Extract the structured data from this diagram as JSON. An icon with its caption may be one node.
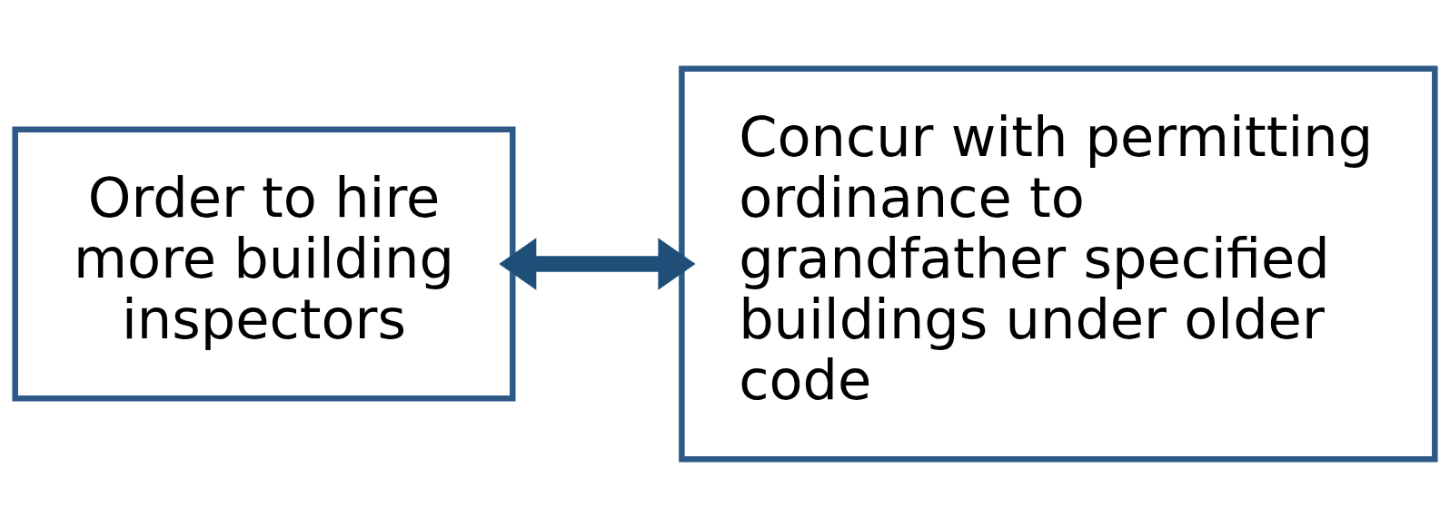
{
  "diagram": {
    "nodes": [
      {
        "text": [
          "Order to hire more building inspectors"
        ]
      },
      {
        "text": [
          "Concur with permitting ordinance to grandfather specified buildings under older code"
        ]
      }
    ],
    "edges": [
      {
        "from": 0,
        "to": 1,
        "arrow": "both",
        "color": "#1f4e79"
      }
    ]
  }
}
